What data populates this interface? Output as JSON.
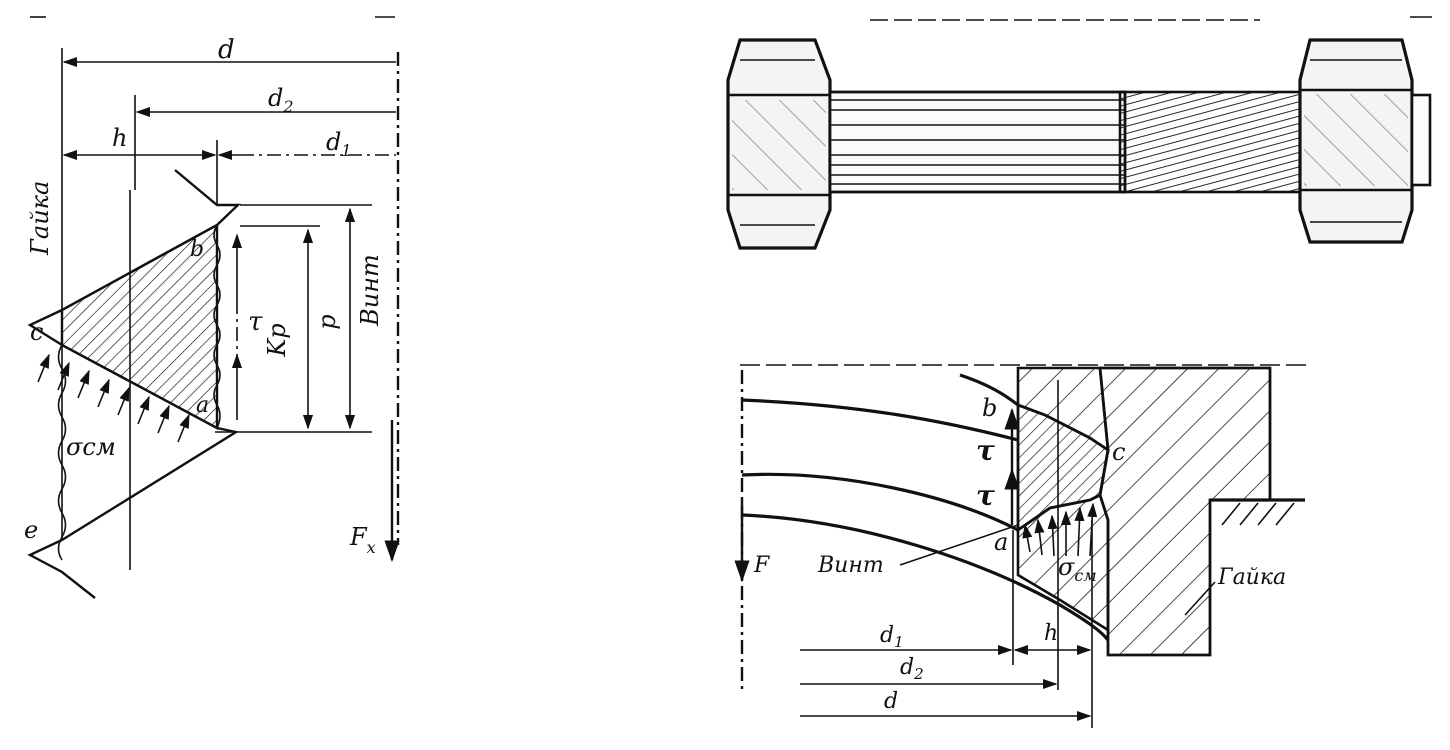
{
  "left_diagram": {
    "labels": {
      "d": "d",
      "d2": "d",
      "d2_sub": "2",
      "h": "h",
      "d1": "d",
      "d1_sub": "1",
      "nut": "Гайка",
      "screw": "Винт",
      "c": "c",
      "b": "b",
      "a": "a",
      "e": "e",
      "tau": "τ",
      "kp": "Kp",
      "p": "p",
      "sigma_cm": "σсм",
      "fx": "F",
      "fx_sub": "x"
    }
  },
  "bolt_illustration": {},
  "right_diagram": {
    "labels": {
      "b": "b",
      "c": "c",
      "a": "a",
      "tau_1": "τ",
      "tau_2": "τ",
      "F": "F",
      "screw": "Винт",
      "nut": "Гайка",
      "sigma": "σ",
      "sigma_sub": "см",
      "h": "h",
      "d1": "d",
      "d1_sub": "1",
      "d2": "d",
      "d2_sub": "2",
      "d": "d"
    }
  }
}
